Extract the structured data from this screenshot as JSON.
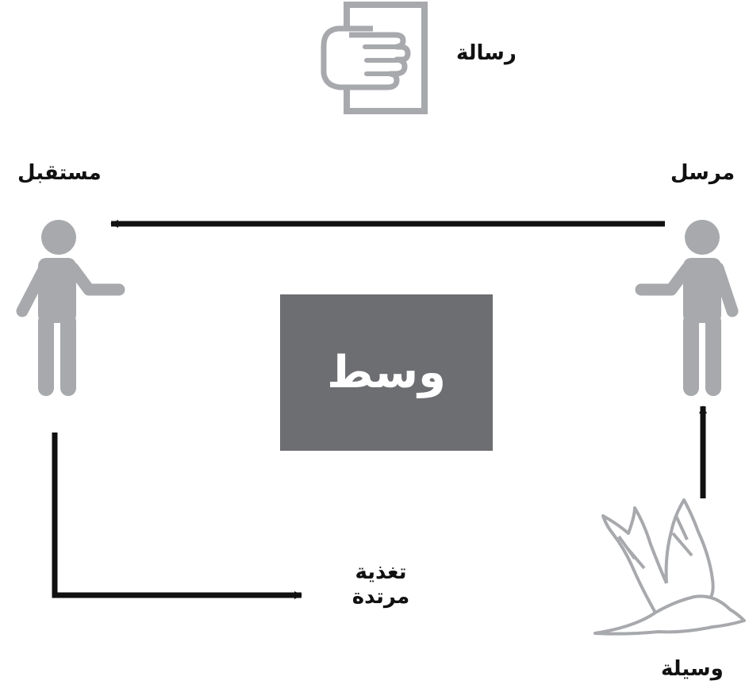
{
  "labels": {
    "message": "رسالة",
    "receiver": "مستقبل",
    "sender": "مرسل",
    "medium": "وسط",
    "feedback_line1": "تغذية",
    "feedback_line2": "مرتدة",
    "channel": "وسيلة"
  },
  "colors": {
    "figure": "#a7a9ac",
    "medium_box": "#6d6e71",
    "arrow": "#111111",
    "text": "#111111"
  },
  "icons": {
    "message": "hand-holding-paper-icon",
    "receiver": "person-icon",
    "sender": "person-icon",
    "channel": "dove-icon"
  }
}
